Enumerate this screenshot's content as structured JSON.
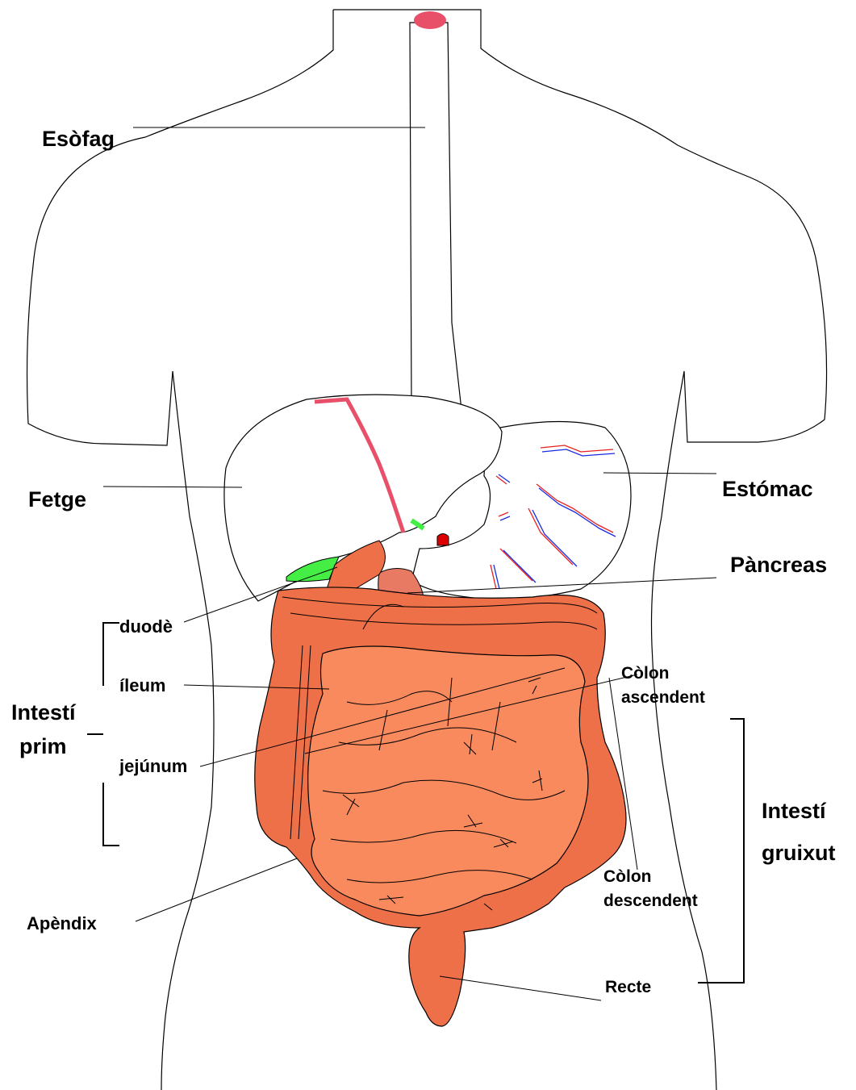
{
  "labels": {
    "esofag": "Esòfag",
    "fetge": "Fetge",
    "estomac": "Estómac",
    "pancreas": "Pàncreas",
    "duode": "duodè",
    "intesti_prim_1": "Intestí",
    "intesti_prim_2": "prim",
    "jejunum": "jejúnum",
    "ileum": "íleum",
    "apendix": "Apèndix",
    "colon_asc_1": "Còlon",
    "colon_asc_2": "ascendent",
    "intesti_gruixut_1": "Intestí",
    "intesti_gruixut_2": "gruixut",
    "colon_desc_1": "Còlon",
    "colon_desc_2": "descendent",
    "recte": "Recte"
  },
  "colors": {
    "intestine_small": "#f88a5e",
    "intestine_large": "#ee7049",
    "esophagus_top": "#e8506a",
    "gallbladder": "#44ee44",
    "vessel_red": "#e82020",
    "vessel_blue": "#1a2ae0",
    "outline": "#000000"
  }
}
